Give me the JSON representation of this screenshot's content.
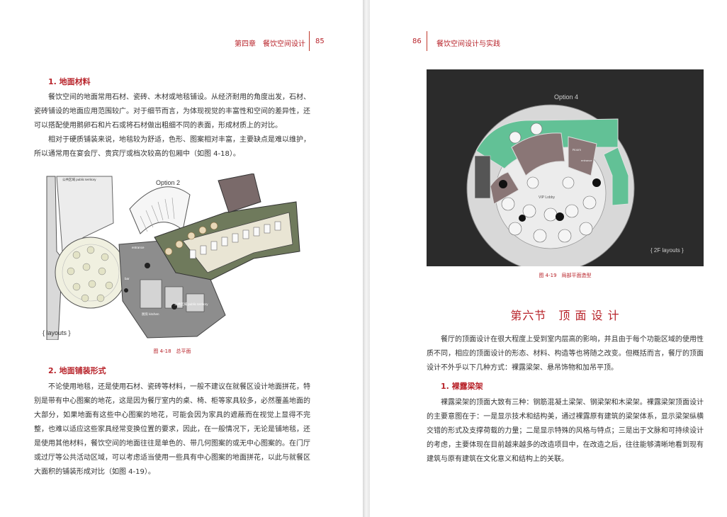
{
  "left_page": {
    "header": {
      "chapter": "第四章　餐饮空间设计",
      "page_number": "85"
    },
    "section1": {
      "heading": "1. 地面材料",
      "paragraphs": [
        "餐饮空间的地面常用石材、瓷砖、木材或地毯铺设。从经济耐用的角度出发，石材、瓷砖铺设的地面应用范围较广。对于细节而言，为体现视觉的丰富性和空间的差异性，还可以搭配使用鹅卵石和片石或将石材做出粗细不同的表面，形成材质上的对比。",
        "相对于硬质铺装来说，地毯较为舒适，色形、图案相对丰富，主要缺点是难以维护，所以通常用在宴会厅、贵宾厅或档次较高的包厢中（如图 4-18）。"
      ]
    },
    "figure": {
      "option_label": "Option 2",
      "layouts_label": "{ layouts }",
      "labels": {
        "public_top": "公共区域 public territory",
        "entrance": "entrance",
        "bar": "bar",
        "kitchen": "厨房 kitchen",
        "public_bottom": "公共区域 public territory"
      },
      "caption": "图 4-18　总平面"
    },
    "section2": {
      "heading": "2. 地面铺装形式",
      "paragraphs": [
        "不论使用地毯，还是使用石材、瓷砖等材料，一般不建议在就餐区设计地面拼花，特别是带有中心图案的地花，这是因为餐厅室内的桌、椅、柜等家具较多，必然覆盖地面的大部分，如果地面有这些中心图案的地花，可能会因为家具的遮蔽而在视觉上显得不完整，也难以适应这些家具经常变换位置的要求，因此，在一般情况下，无论是铺地毯，还是使用其他材料，餐饮空间的地面往往是单色的、带几何图案的或无中心图案的。在门厅或过厅等公共活动区域，可以考虑适当使用一些具有中心图案的地面拼花，以此与就餐区大面积的铺装形成对比（如图 4-19）。"
      ]
    }
  },
  "right_page": {
    "header": {
      "page_number": "86",
      "book_title": "餐饮空间设计与实践"
    },
    "figure": {
      "option_label": "Option 4",
      "layouts_label": "{ 2F layouts }",
      "labels": {
        "lobby": "VIP Lobby",
        "room": "Room",
        "entrance": "entrance"
      },
      "caption": "图 4-19　局部平面造型"
    },
    "section_title": "第六节　顶 面 设 计",
    "intro": "餐厅的顶面设计在很大程度上受到室内层高的影响，并且由于每个功能区域的使用性质不同，相应的顶面设计的形态、材料、构造等也将随之改变。但概括而言，餐厅的顶面设计不外乎以下几种方式：裸露梁架、悬吊饰物和加吊平顶。",
    "subsection": {
      "heading": "1. 裸露梁架",
      "paragraphs": [
        "裸露梁架的顶面大致有三种：钢筋混凝土梁架、钢梁架和木梁架。裸露梁架顶面设计的主要意图在于：一是显示技术和结构美，通过裸露原有建筑的梁架体系，显示梁架纵横交错的形式及支撑荷载的力量；二是显示特殊的风格与特点；三是出于文脉和可持续设计的考虑，主要体现在目前越来越多的改造项目中，在改造之后，往往能够清晰地看到现有建筑与原有建筑在文化意义和结构上的关联。"
      ]
    }
  },
  "colors": {
    "accent": "#b8232a",
    "plan_dark": "#2b2b2b",
    "plan_green": "#62c196"
  }
}
